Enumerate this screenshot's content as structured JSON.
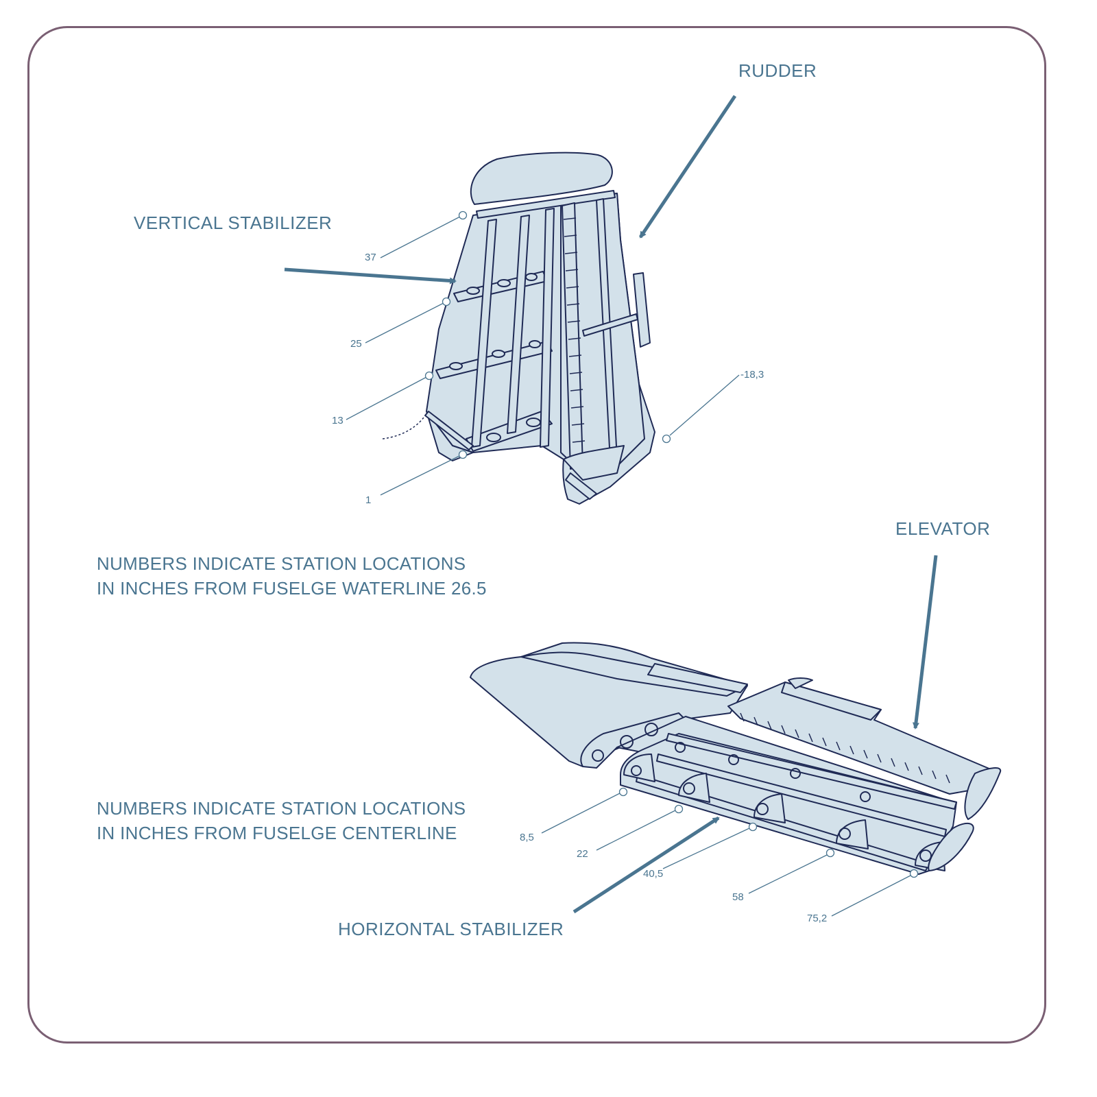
{
  "labels": {
    "rudder": "RUDDER",
    "vertical_stabilizer": "VERTICAL STABILIZER",
    "elevator": "ELEVATOR",
    "horizontal_stabilizer": "HORIZONTAL STABILIZER"
  },
  "notes": {
    "vertical_line1": "NUMBERS INDICATE STATION LOCATIONS",
    "vertical_line2": "IN INCHES FROM FUSELGE WATERLINE 26.5",
    "horizontal_line1": "NUMBERS INDICATE STATION LOCATIONS",
    "horizontal_line2": "IN INCHES FROM FUSELGE CENTERLINE"
  },
  "vertical_stations": [
    "37",
    "25",
    "13",
    "1",
    "-18,3"
  ],
  "horizontal_stations": [
    "8,5",
    "22",
    "40,5",
    "58",
    "75,2"
  ],
  "colors": {
    "frame": "#7a5f73",
    "label": "#4a7590",
    "outline": "#1f2a55",
    "fill": "#d3e1ea",
    "arrow": "#4a7590"
  }
}
